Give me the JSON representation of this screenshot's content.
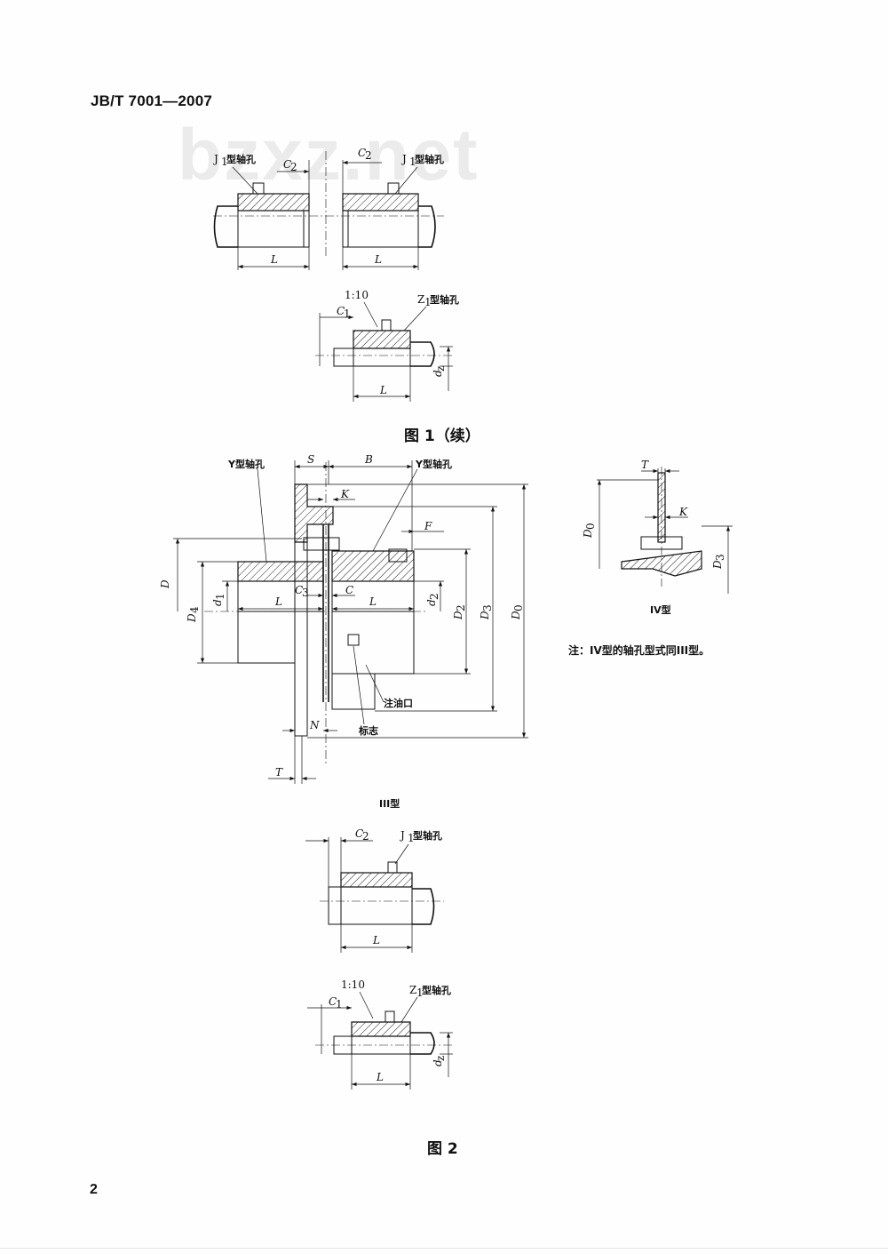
{
  "header": {
    "standard_number": "JB/T 7001—2007"
  },
  "watermark": "bzxz.net",
  "figure1": {
    "caption": "图   1（续）",
    "labels": {
      "j1_left": "J",
      "j1_left_sub": "1",
      "j1_left_suffix": "型轴孔",
      "j1_right": "J",
      "j1_right_sub": "1",
      "j1_right_suffix": "型轴孔",
      "c2_left": "C",
      "c2_left_sub": "2",
      "c2_right": "C",
      "c2_right_sub": "2",
      "l_left": "L",
      "l_right": "L",
      "taper": "1:10",
      "c1": "C",
      "c1_sub": "1",
      "z1": "Z",
      "z1_sub": "1",
      "z1_suffix": "型轴孔",
      "l_bottom": "L",
      "dz": "d",
      "dz_sub": "z"
    }
  },
  "figure2": {
    "caption": "图   2",
    "type3_label": "III型",
    "type4_label": "IV型",
    "note": "注：IV型的轴孔型式同III型。",
    "labels": {
      "y_left": "Y型轴孔",
      "y_right": "Y型轴孔",
      "s": "S",
      "b": "B",
      "k": "K",
      "f": "F",
      "d": "D",
      "d4": "D",
      "d4_sub": "4",
      "d1": "d",
      "d1_sub": "1",
      "l1": "L",
      "c3": "C",
      "c3_sub": "3",
      "c": "C",
      "l2": "L",
      "d2": "d",
      "d2_sub": "2",
      "D2": "D",
      "D2_sub": "2",
      "D3": "D",
      "D3_sub": "3",
      "D0": "D",
      "D0_sub": "0",
      "oil_port": "注油口",
      "mark": "标志",
      "n": "N",
      "t": "T",
      "iv_t": "T",
      "iv_k": "K",
      "iv_d0": "D",
      "iv_d0_sub": "0",
      "iv_d3": "D",
      "iv_d3_sub": "3",
      "j1": "J",
      "j1_sub": "1",
      "j1_suffix": "型轴孔",
      "c2": "C",
      "c2_sub": "2",
      "l3": "L",
      "taper": "1:10",
      "c1": "C",
      "c1_sub": "1",
      "z1": "Z",
      "z1_sub": "1",
      "z1_suffix": "型轴孔",
      "l4": "L",
      "dz": "d",
      "dz_sub": "z"
    }
  },
  "page_number": "2"
}
